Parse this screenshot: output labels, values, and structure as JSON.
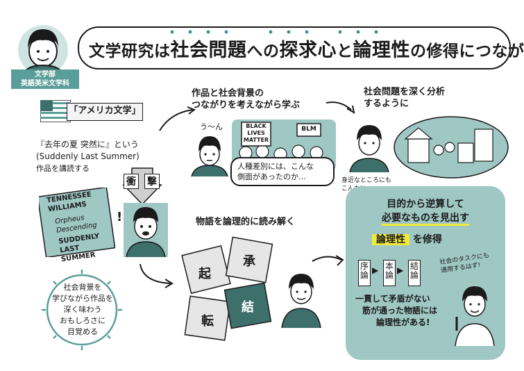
{
  "header": {
    "title_part1": "文学研究は",
    "title_keyword1": "社会問題",
    "title_part2": "への",
    "title_keyword2": "探求心",
    "title_part3": "と",
    "title_keyword3": "論理性",
    "title_part4": "の修得につながる!"
  },
  "student": {
    "dept_line1": "文学部",
    "dept_line2": "英語英米文学科"
  },
  "american_lit": {
    "tag": "「アメリカ文学」"
  },
  "reading": {
    "line1": "『去年の夏 突然に』という",
    "line2": "(Suddenly Last Summer)",
    "line3": "作品を講読する"
  },
  "books": {
    "book1_line1": "TENNESSEE",
    "book1_line2": "WILLIAMS",
    "book2": "Orpheus Descending",
    "book3_line1": "SUDDENLY",
    "book3_line2": "LAST SUMMER"
  },
  "shock": {
    "char1": "衝",
    "char2": "撃"
  },
  "enjoy": {
    "line1": "社会背景を",
    "line2": "学びながら作品を",
    "line3": "深く味わう",
    "line4": "おもしろさに",
    "line5": "目覚める"
  },
  "context": {
    "heading_line1": "作品と社会背景の",
    "heading_line2": "つながりを考えながら学ぶ",
    "hmm": "う〜ん",
    "sign1_line1": "BLACK",
    "sign1_line2": "LIVES",
    "sign1_line3": "MATTER",
    "sign2": "BLM",
    "bubble_line1": "人種差別には、こんな",
    "bubble_line2": "側面があったのか…"
  },
  "social": {
    "heading_line1": "社会問題を深く分析",
    "heading_line2": "するように",
    "note_line1": "身近なところにも",
    "note_line2": "こんなに"
  },
  "logic": {
    "heading": "物語を論理的に読み解く",
    "piece1": "起",
    "piece2": "承",
    "piece3": "転",
    "piece4": "結"
  },
  "panel": {
    "line1": "目的から逆算して",
    "line2": "必要なものを見出す",
    "highlight": "論理性",
    "line3_suffix": "を修得",
    "box1": "序論",
    "box2": "本論",
    "box3": "結論",
    "side_line1": "社会のタスクにも",
    "side_line2": "通用するはず!",
    "bottom_line1": "一貫して矛盾がない",
    "bottom_line2": "筋が通った物語には",
    "bottom_line3": "論理性がある!"
  },
  "colors": {
    "teal": "#5a9e9a",
    "panel": "#9fc7c4",
    "highlight": "#f2ea3a",
    "ink": "#1a1a1a"
  }
}
